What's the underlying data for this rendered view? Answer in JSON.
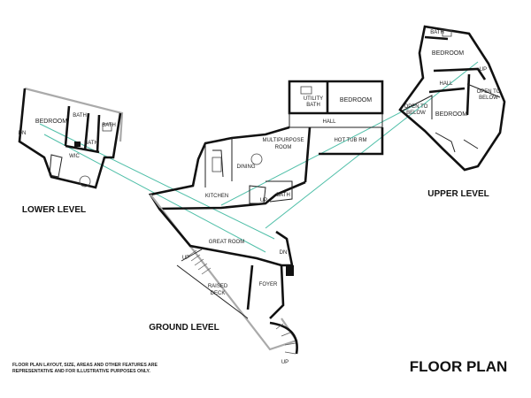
{
  "labels": {
    "lower": {
      "bedroom": "BEDROOM",
      "bath_1": "BATH",
      "bath_2": "BATH",
      "bath_3": "BATH",
      "wic": "WIC",
      "dn": "DN",
      "level": "LOWER LEVEL"
    },
    "ground": {
      "utility_bath_line1": "UTILITY",
      "utility_bath_line2": "BATH",
      "bedroom": "BEDROOM",
      "hall": "HALL",
      "multipurpose_line1": "MULTIPURPOSE",
      "multipurpose_line2": "ROOM",
      "hot_tub": "HOT TUB RM",
      "dining": "DINING",
      "kitchen": "KITCHEN",
      "bath": "BATH",
      "up_kitchen": "UP",
      "great_room": "GREAT ROOM",
      "dn": "DN",
      "foyer": "FOYER",
      "raised_deck_line1": "RAISED",
      "raised_deck_line2": "DECK",
      "up_deck": "UP",
      "up_stairs": "UP",
      "level": "GROUND LEVEL"
    },
    "upper": {
      "bath": "BATH",
      "bedroom_top": "BEDROOM",
      "up": "UP",
      "hall": "HALL",
      "open_left_line1": "OPEN TO",
      "open_left_line2": "BELOW",
      "open_right_line1": "OPEN TO",
      "open_right_line2": "BELOW",
      "bedroom": "BEDROOM",
      "level": "UPPER LEVEL"
    }
  },
  "disclaimer": {
    "line1": "FLOOR PLAN LAYOUT, SIZE, AREAS AND OTHER FEATURES ARE",
    "line2": "REPRESENTATIVE AND FOR ILLUSTRATIVE PURPOSES ONLY."
  },
  "title": "FLOOR PLAN",
  "colors": {
    "wall": "#111111",
    "sightline": "#4fbfa8",
    "background": "#ffffff"
  }
}
